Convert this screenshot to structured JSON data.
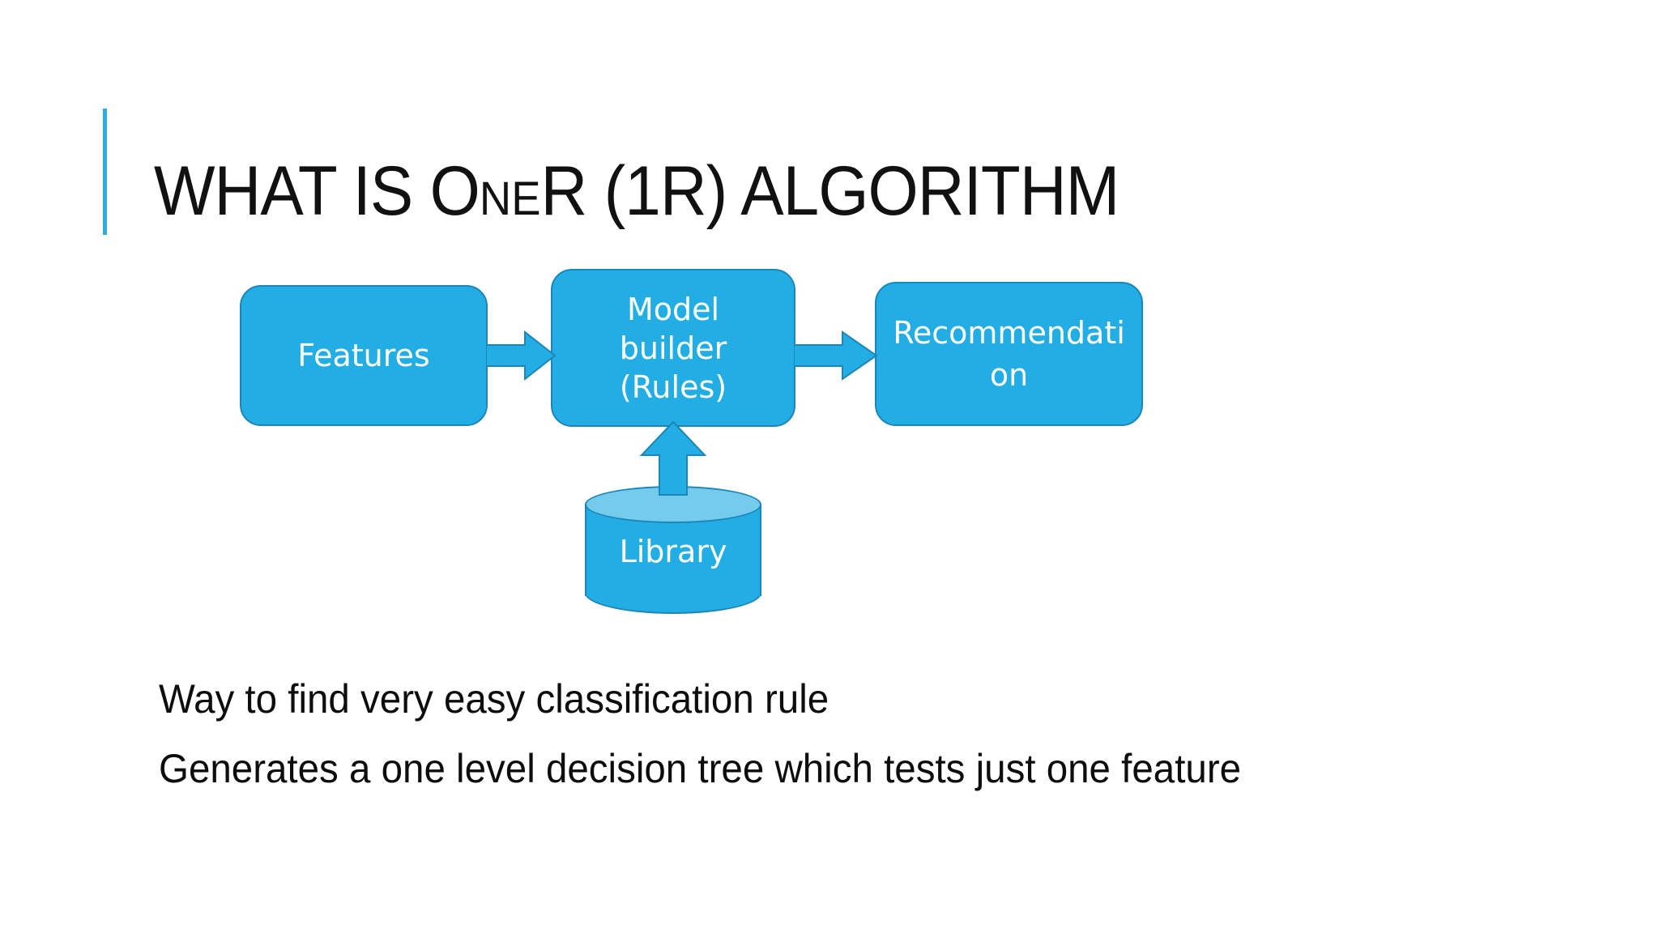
{
  "slide": {
    "title_prefix": "WHAT IS O",
    "title_smallcaps": "NE",
    "title_suffix": "R (1R) ALGORITHM",
    "accent_color": "#2BACE3",
    "background_color": "#FFFFFF"
  },
  "diagram": {
    "node_fill_color": "#23ADE5",
    "node_border_color": "#1C86B8",
    "node_text_color": "#FFFFFF",
    "cylinder_top_color": "#74CBEB",
    "nodes": [
      {
        "id": "features",
        "label": "Features",
        "shape": "rounded-rectangle"
      },
      {
        "id": "model-builder",
        "label": "Model\nbuilder\n(Rules)",
        "shape": "rounded-rectangle"
      },
      {
        "id": "recommendation",
        "label": "Recommendation",
        "shape": "rounded-rectangle"
      },
      {
        "id": "library",
        "label": "Library",
        "shape": "cylinder"
      }
    ],
    "arrows": [
      {
        "id": "features-to-model",
        "from": "features",
        "to": "model-builder",
        "direction": "right"
      },
      {
        "id": "model-to-recommendation",
        "from": "model-builder",
        "to": "recommendation",
        "direction": "right"
      },
      {
        "id": "library-to-model",
        "from": "library",
        "to": "model-builder",
        "direction": "up"
      }
    ]
  },
  "body": {
    "lines": [
      "Way to find very easy classification rule",
      "Generates a one level decision tree which tests just one feature"
    ]
  }
}
